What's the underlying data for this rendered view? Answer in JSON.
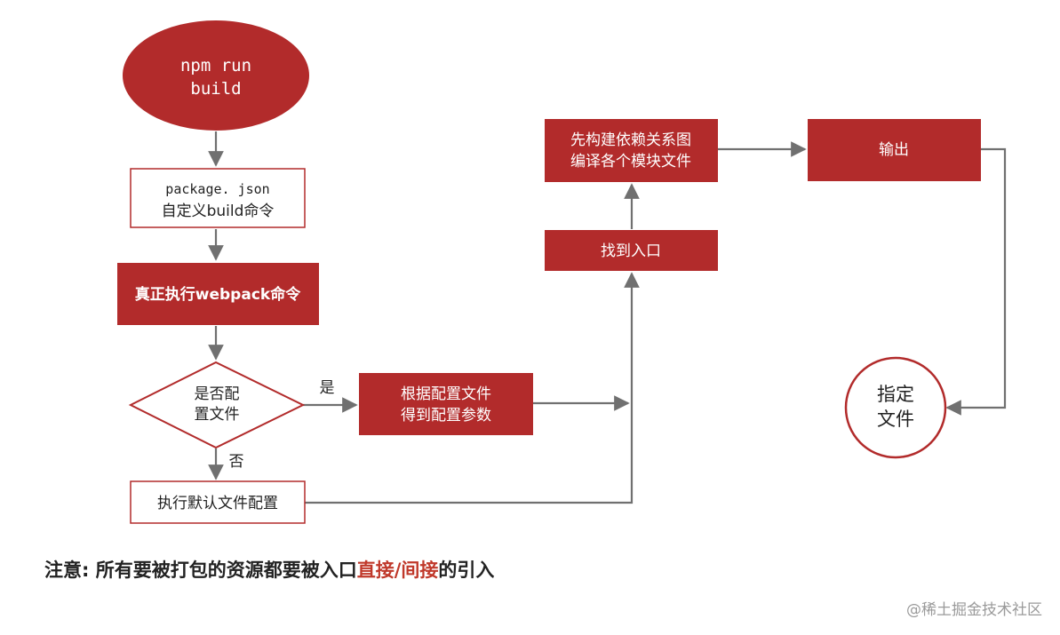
{
  "nodes": {
    "npm_run": {
      "line1": "npm run",
      "line2": "build"
    },
    "package_json": {
      "line1": "package. json",
      "line2": "自定义build命令"
    },
    "webpack_cmd": {
      "label": "真正执行webpack命令"
    },
    "decision": {
      "line1": "是否配",
      "line2": "置文件"
    },
    "config_params": {
      "line1": "根据配置文件",
      "line2": "得到配置参数"
    },
    "default_config": {
      "label": "执行默认文件配置"
    },
    "find_entry": {
      "label": "找到入口"
    },
    "build_graph": {
      "line1": "先构建依赖关系图",
      "line2": "编译各个模块文件"
    },
    "output": {
      "label": "输出"
    },
    "target_file": {
      "line1": "指定",
      "line2": "文件"
    }
  },
  "edge_labels": {
    "yes": "是",
    "no": "否"
  },
  "note": {
    "prefix": "注意: 所有要被打包的资源都要被入口",
    "highlight": "直接/间接",
    "suffix": "的引入"
  },
  "watermark": "@稀土掘金技术社区",
  "colors": {
    "fill": "#b22b2b",
    "border": "#b22b2b",
    "line": "#707070",
    "text_light": "#ffffff",
    "text_dark": "#222222",
    "highlight": "#c0392b"
  }
}
